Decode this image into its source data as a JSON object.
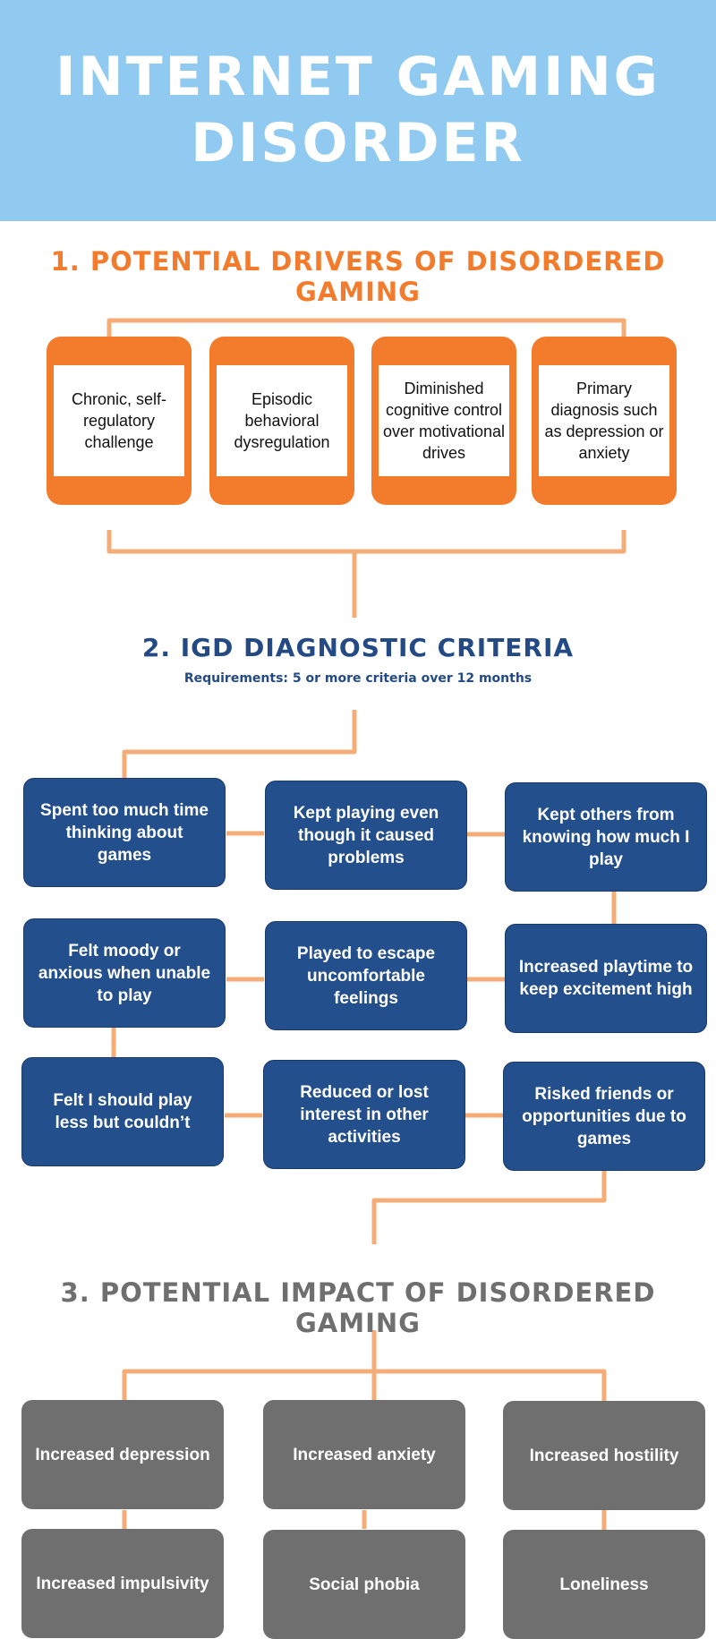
{
  "title": [
    "INTERNET GAMING",
    "DISORDER"
  ],
  "section1": {
    "heading": "1. POTENTIAL DRIVERS OF DISORDERED GAMING",
    "drivers": [
      "Chronic, self-regulatory challenge",
      "Episodic behavioral dysregulation",
      "Diminished cognitive control over motivational drives",
      "Primary diagnosis such as depression or anxiety"
    ]
  },
  "section2": {
    "heading": "2. IGD DIAGNOSTIC CRITERIA",
    "subheading": "Requirements: 5 or more criteria over 12 months",
    "criteria": [
      "Spent too much time thinking about games",
      "Kept playing even though it caused problems",
      "Kept others from knowing how much I play",
      "Felt moody or anxious when unable to play",
      "Played to escape uncomfortable feelings",
      "Increased playtime to keep excitement high",
      "Felt I should play less but couldn’t",
      "Reduced or lost interest in other activities",
      "Risked friends or opportunities due to games"
    ]
  },
  "section3": {
    "heading": "3. POTENTIAL IMPACT OF DISORDERED GAMING",
    "impacts": [
      "Increased depression",
      "Increased anxiety",
      "Increased hostility",
      "Increased impulsivity",
      "Social phobia",
      "Loneliness"
    ]
  },
  "colors": {
    "header_bg": "#90caf0",
    "orange": "#f37b2c",
    "connector": "#f5ad78",
    "navy": "#234f8c",
    "grey": "#6f6f6f"
  }
}
